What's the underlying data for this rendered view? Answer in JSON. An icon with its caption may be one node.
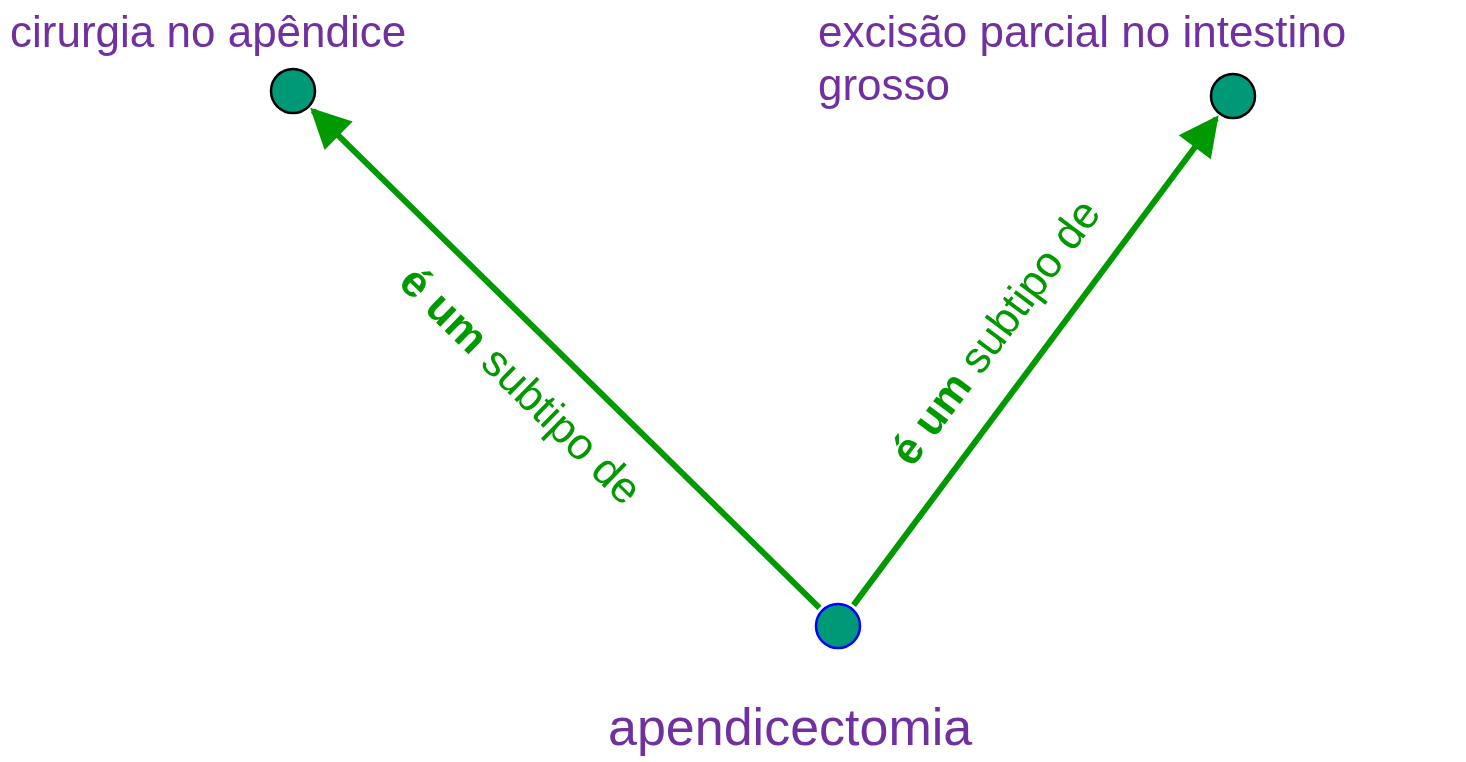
{
  "diagram": {
    "nodes": [
      {
        "text": [],
        "shape": "circle",
        "beside": [
          "cirurgia no apêndice"
        ]
      },
      {
        "text": [],
        "shape": "circle",
        "beside": [
          "excisão parcial no intestino grosso"
        ]
      },
      {
        "text": [],
        "shape": "circle",
        "beside": [
          "apendicectomia"
        ]
      }
    ],
    "edges": [
      {
        "from": 2,
        "to": 0,
        "arrow": "to",
        "label": "**é um** subtipo de"
      },
      {
        "from": 2,
        "to": 1,
        "arrow": "to",
        "label": "**é um** subtipo de"
      }
    ]
  }
}
